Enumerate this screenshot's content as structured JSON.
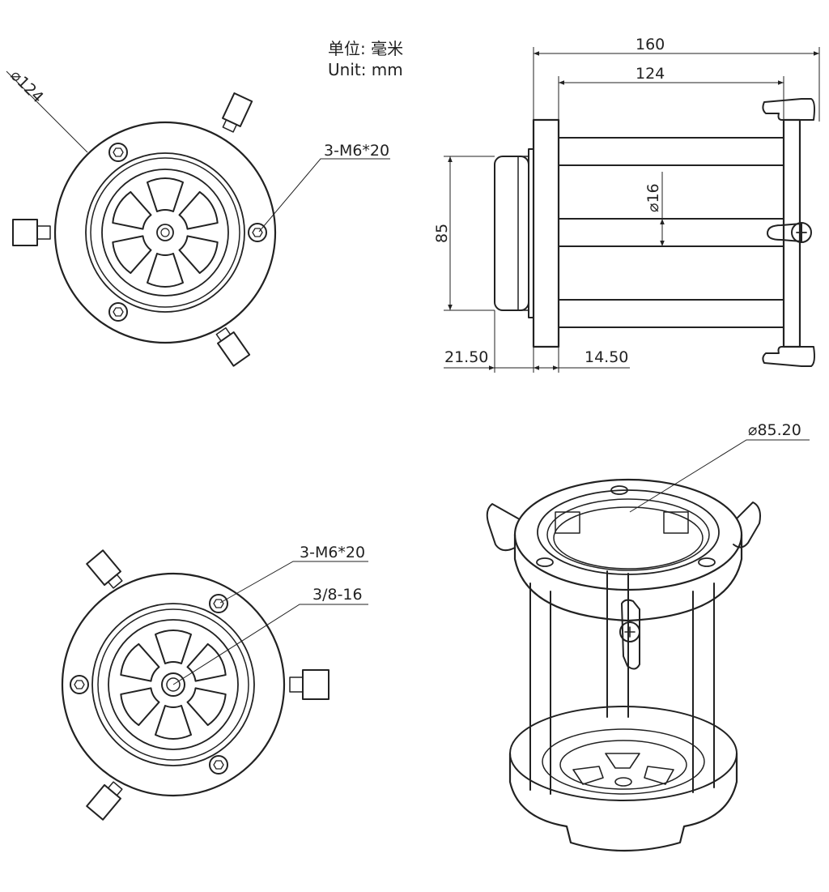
{
  "unit": {
    "cn": "单位: 毫米",
    "en": "Unit: mm"
  },
  "top_view": {
    "diameter": "124",
    "bolts": "3-M6*20"
  },
  "side_view": {
    "length_total": "160",
    "length_inner": "124",
    "height": "85",
    "rod_diameter": "16",
    "offset_left": "21.50",
    "offset_flange": "14.50"
  },
  "bottom_view": {
    "bolts": "3-M6*20",
    "thread": "3/8-16"
  },
  "iso_view": {
    "diameter": "85.20"
  },
  "symbols": {
    "diameter": "⌀"
  }
}
